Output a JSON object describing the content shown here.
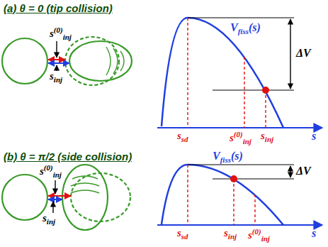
{
  "diagram": {
    "labels": [
      "(a) θ = 0 (tip collision)",
      "s",
      "(0)",
      "inj",
      "s",
      "inj",
      "V",
      "fiss",
      "(s)",
      "ΔV",
      "s",
      "sd",
      "s",
      "(0)",
      "inj",
      "s",
      "inj",
      "s",
      "(b) θ = π/2 (side collision)",
      "s",
      "(0)",
      "inj",
      "s",
      "inj",
      "V",
      "fiss",
      "(s)",
      "ΔV",
      "s",
      "sd",
      "s",
      "inj",
      "s",
      "(0)",
      "inj",
      "s"
    ]
  }
}
